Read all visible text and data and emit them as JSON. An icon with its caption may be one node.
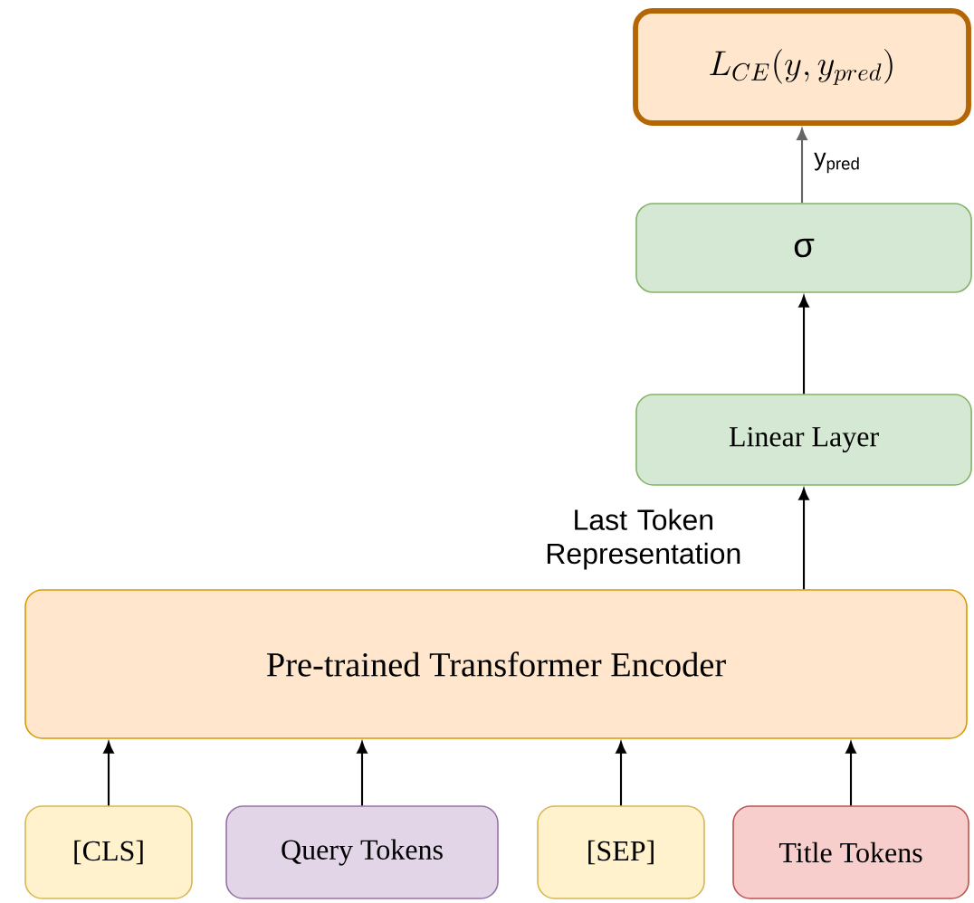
{
  "diagram": {
    "nodes": [
      {
        "text": [
          "L_{CE}(y, y_{pred})"
        ]
      },
      {
        "text": [
          "σ"
        ]
      },
      {
        "text": [
          "Linear Layer"
        ]
      },
      {
        "text": [
          "Pre-trained Transformer Encoder"
        ]
      },
      {
        "text": [
          "[CLS]"
        ]
      },
      {
        "text": [
          "Query Tokens"
        ]
      },
      {
        "text": [
          "[SEP]"
        ]
      },
      {
        "text": [
          "Title Tokens"
        ]
      }
    ],
    "edges": [
      {
        "from": 4,
        "to": 3,
        "arrow": "to"
      },
      {
        "from": 5,
        "to": 3,
        "arrow": "to"
      },
      {
        "from": 6,
        "to": 3,
        "arrow": "to"
      },
      {
        "from": 7,
        "to": 3,
        "arrow": "to"
      },
      {
        "from": 3,
        "to": 2,
        "arrow": "to",
        "label": "Last Token Representation"
      },
      {
        "from": 2,
        "to": 1,
        "arrow": "to"
      },
      {
        "from": 1,
        "to": 0,
        "arrow": "to",
        "label": "y$_{pred}$",
        "color": "#666666"
      }
    ]
  }
}
